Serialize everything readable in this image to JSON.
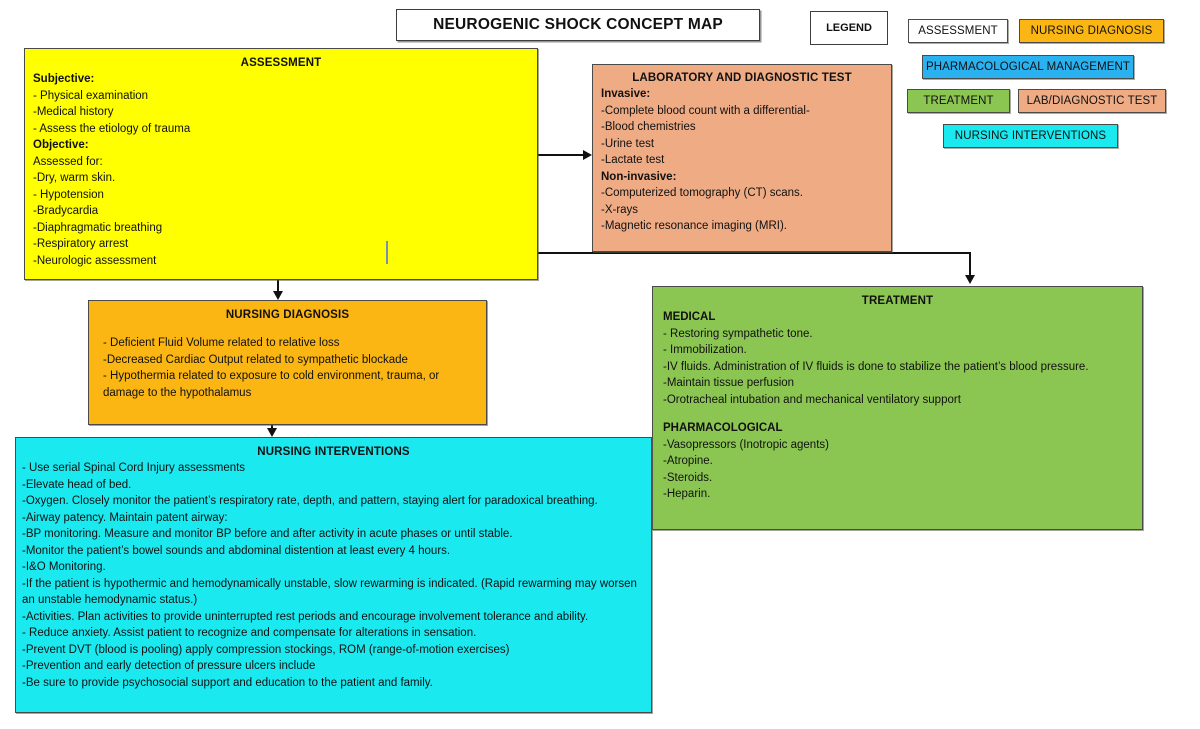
{
  "title": "NEUROGENIC SHOCK CONCEPT MAP",
  "legend": {
    "label": "LEGEND",
    "items": [
      {
        "label": "ASSESSMENT",
        "color": "#ffff00"
      },
      {
        "label": "NURSING DIAGNOSIS",
        "color": "#fbb613"
      },
      {
        "label": "PHARMACOLOGICAL MANAGEMENT",
        "color": "#29b2ef"
      },
      {
        "label": "TREATMENT",
        "color": "#8cc652"
      },
      {
        "label": "LAB/DIAGNOSTIC TEST",
        "color": "#efab84"
      },
      {
        "label": "NURSING INTERVENTIONS",
        "color": "#1ae9f0"
      }
    ]
  },
  "assessment": {
    "title": "ASSESSMENT",
    "color": "#ffff00",
    "lines": [
      {
        "text": "Subjective:",
        "bold": true
      },
      {
        "text": "- Physical examination",
        "bold": false
      },
      {
        "text": "-Medical history",
        "bold": false
      },
      {
        "text": "- Assess the etiology of trauma",
        "bold": false
      },
      {
        "text": "Objective:",
        "bold": true
      },
      {
        "text": "Assessed for:",
        "bold": false
      },
      {
        "text": "-Dry, warm skin.",
        "bold": false
      },
      {
        "text": "- Hypotension",
        "bold": false
      },
      {
        "text": "-Bradycardia",
        "bold": false
      },
      {
        "text": "-Diaphragmatic breathing",
        "bold": false
      },
      {
        "text": "-Respiratory arrest",
        "bold": false
      },
      {
        "text": "-Neurologic assessment",
        "bold": false
      }
    ]
  },
  "lab": {
    "title": "LABORATORY AND DIAGNOSTIC TEST",
    "color": "#efab84",
    "lines": [
      {
        "text": "Invasive:",
        "bold": true
      },
      {
        "text": "-Complete blood count with a differential-",
        "bold": false
      },
      {
        "text": "-Blood chemistries",
        "bold": false
      },
      {
        "text": "-Urine test",
        "bold": false
      },
      {
        "text": "-Lactate test",
        "bold": false
      },
      {
        "text": "Non-invasive:",
        "bold": true
      },
      {
        "text": "-Computerized tomography (CT) scans.",
        "bold": false
      },
      {
        "text": "-X-rays",
        "bold": false
      },
      {
        "text": "-Magnetic resonance imaging (MRI).",
        "bold": false
      }
    ]
  },
  "diagnosis": {
    "title": "NURSING DIAGNOSIS",
    "color": "#fbb613",
    "lines": [
      {
        "text": "",
        "bold": false
      },
      {
        "text": "- Deficient Fluid Volume related to relative loss",
        "bold": false
      },
      {
        "text": "-Decreased Cardiac Output related to sympathetic blockade",
        "bold": false
      },
      {
        "text": "- Hypothermia related to exposure to cold environment, trauma, or damage to the hypothalamus",
        "bold": false
      }
    ]
  },
  "treatment": {
    "title": "TREATMENT",
    "color": "#8cc652",
    "lines": [
      {
        "text": "MEDICAL",
        "bold": true
      },
      {
        "text": "- Restoring sympathetic tone.",
        "bold": false
      },
      {
        "text": "- Immobilization.",
        "bold": false
      },
      {
        "text": "-IV fluids. Administration of IV fluids is done to stabilize the patient’s blood pressure.",
        "bold": false
      },
      {
        "text": "-Maintain tissue perfusion",
        "bold": false
      },
      {
        "text": "-Orotracheal intubation and mechanical ventilatory support",
        "bold": false
      },
      {
        "text": "",
        "bold": false
      },
      {
        "text": "PHARMACOLOGICAL",
        "bold": true
      },
      {
        "text": "-Vasopressors (Inotropic agents)",
        "bold": false
      },
      {
        "text": "-Atropine.",
        "bold": false
      },
      {
        "text": "-Steroids.",
        "bold": false
      },
      {
        "text": "-Heparin.",
        "bold": false
      }
    ]
  },
  "interventions": {
    "title": "NURSING INTERVENTIONS",
    "color": "#1ae9f0",
    "lines": [
      {
        "text": "- Use serial Spinal Cord Injury assessments",
        "bold": false
      },
      {
        "text": "-Elevate head of bed.",
        "bold": false
      },
      {
        "text": "-Oxygen. Closely monitor the patient’s respiratory rate, depth, and pattern, staying alert for paradoxical breathing.",
        "bold": false
      },
      {
        "text": "-Airway patency. Maintain patent airway:",
        "bold": false
      },
      {
        "text": "-BP monitoring. Measure and monitor BP before and after activity in acute phases or until stable.",
        "bold": false
      },
      {
        "text": "-Monitor the patient’s bowel sounds and abdominal distention at least every 4 hours.",
        "bold": false
      },
      {
        "text": "-I&O Monitoring.",
        "bold": false
      },
      {
        "text": "-If the patient is hypothermic and hemodynamically unstable, slow rewarming is indicated. (Rapid rewarming may worsen an unstable hemodynamic status.)",
        "bold": false
      },
      {
        "text": "-Activities. Plan activities to provide uninterrupted rest periods and encourage involvement tolerance and ability.",
        "bold": false
      },
      {
        "text": "- Reduce anxiety. Assist patient to recognize and compensate for alterations in sensation.",
        "bold": false
      },
      {
        "text": "-Prevent DVT (blood is pooling) apply compression stockings, ROM (range-of-motion exercises)",
        "bold": false
      },
      {
        "text": "-Prevention and early detection of pressure ulcers include",
        "bold": false
      },
      {
        "text": "-Be sure to provide psychosocial support and education to the patient and family.",
        "bold": false
      }
    ]
  },
  "connectors": [
    {
      "name": "assessment-to-lab",
      "from": "assessment",
      "to": "lab"
    },
    {
      "name": "assessment-to-diagnosis",
      "from": "assessment",
      "to": "diagnosis"
    },
    {
      "name": "assessment-to-treatment",
      "from": "assessment",
      "to": "treatment"
    },
    {
      "name": "diagnosis-to-interventions",
      "from": "diagnosis",
      "to": "interventions"
    }
  ]
}
